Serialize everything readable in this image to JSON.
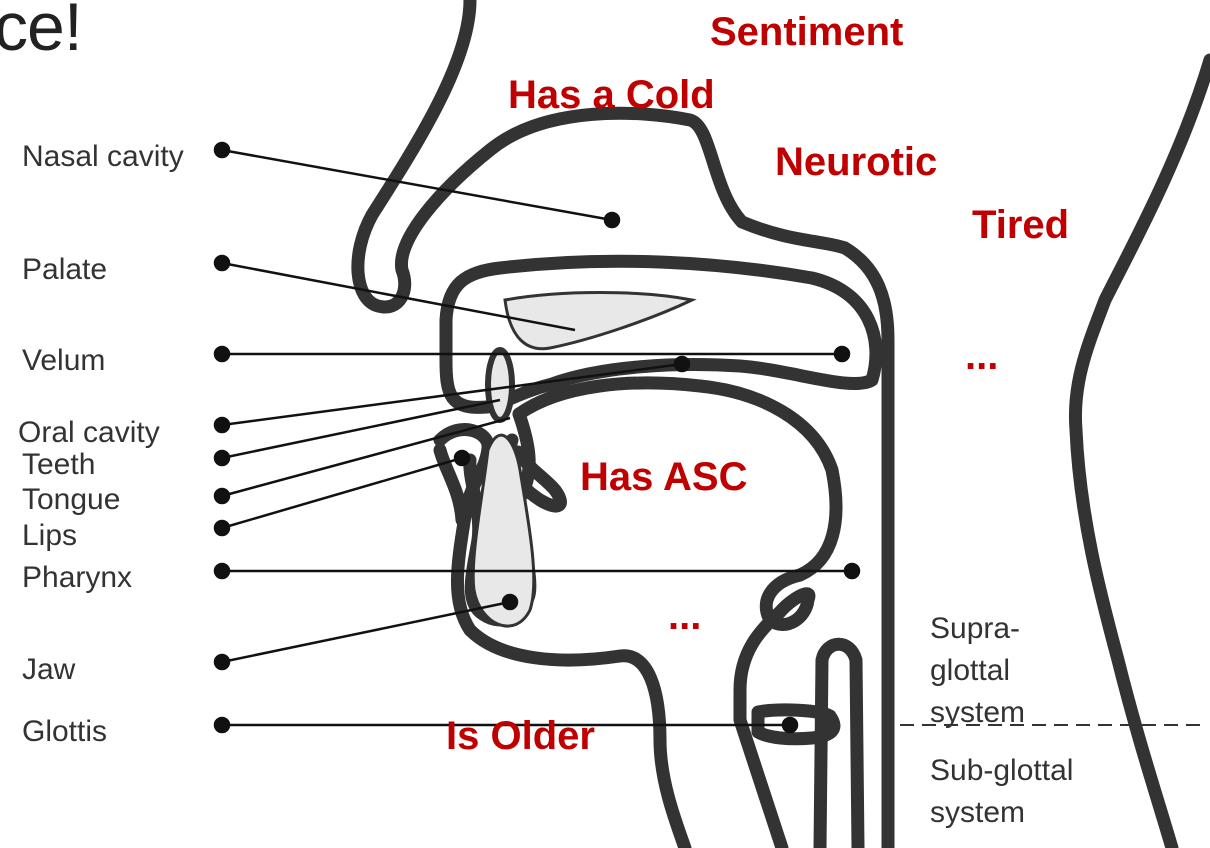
{
  "title": "ce!",
  "anatomy_labels": [
    "Nasal cavity",
    "Palate",
    "Velum",
    "Oral cavity",
    "Teeth",
    "Tongue",
    "Lips",
    "Pharynx",
    "Jaw",
    "Glottis"
  ],
  "speaker_states": [
    "Sentiment",
    "Has a Cold",
    "Neurotic",
    "Tired",
    "...",
    "Has ASC",
    "...",
    "Is Older"
  ],
  "system_labels": {
    "supra_line1": "Supra-",
    "supra_line2": "glottal",
    "supra_line3": "system",
    "sub_line1": "Sub-glottal",
    "sub_line2": "system"
  },
  "colors": {
    "anatomy_stroke": "#333333",
    "anatomy_fill": "#e8e8e8",
    "state_text": "#c00000",
    "label_text": "#333333"
  }
}
